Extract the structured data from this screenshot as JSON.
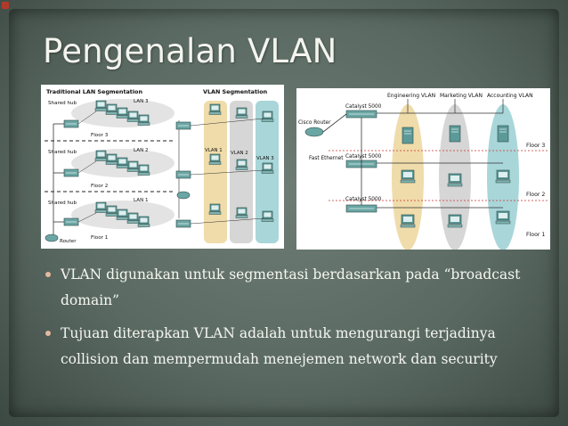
{
  "title": "Pengenalan VLAN",
  "left_diagram": {
    "heading_left": "Traditional LAN Segmentation",
    "heading_right": "VLAN Segmentation",
    "hub_label": "Shared hub",
    "lan_labels": [
      "LAN 3",
      "LAN 2",
      "LAN 1"
    ],
    "floor_labels": [
      "Floor 3",
      "Floor 2",
      "Floor 1"
    ],
    "router_label": "Router",
    "vlan_labels": [
      "VLAN 1",
      "VLAN 2",
      "VLAN 3"
    ]
  },
  "right_diagram": {
    "vlan_headers": [
      "Engineering VLAN",
      "Marketing VLAN",
      "Accounting VLAN"
    ],
    "switch_label": "Catalyst 5000",
    "router_label": "Cisco Router",
    "link_label": "Fast Ethernet",
    "floor_labels": [
      "Floor 3",
      "Floor 2",
      "Floor 1"
    ]
  },
  "bullets": [
    "VLAN digunakan untuk segmentasi berdasarkan pada “broadcast domain”",
    "Tujuan diterapkan VLAN adalah untuk mengurangi terjadinya collision dan mempermudah menejemen network dan security"
  ],
  "colors": {
    "vlan_engineering": "#efdcaa",
    "vlan_marketing": "#d6d6d6",
    "vlan_accounting": "#a9d6d9",
    "device_teal": "#5b9a98"
  }
}
